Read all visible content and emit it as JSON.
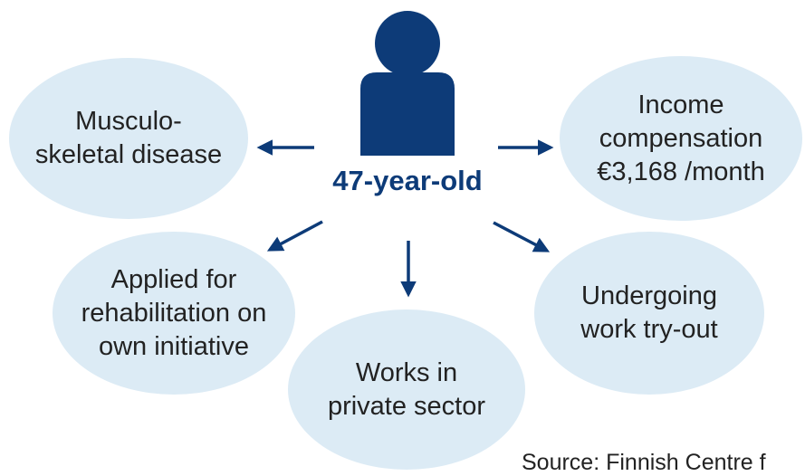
{
  "center": {
    "label": "47-year-old",
    "icon": "person-icon",
    "color": "#0d3b78"
  },
  "bubbles": {
    "disease": "Musculo-\nskeletal disease",
    "income": "Income\ncompensation\n€3,168 /month",
    "applied": "Applied for\nrehabilitation on\nown initiative",
    "sector": "Works in\nprivate sector",
    "tryout": "Undergoing\nwork try-out"
  },
  "colors": {
    "bubble": "#dcebf5",
    "accent": "#0d3b78",
    "text": "#222222"
  },
  "source": "Source: Finnish Centre f"
}
